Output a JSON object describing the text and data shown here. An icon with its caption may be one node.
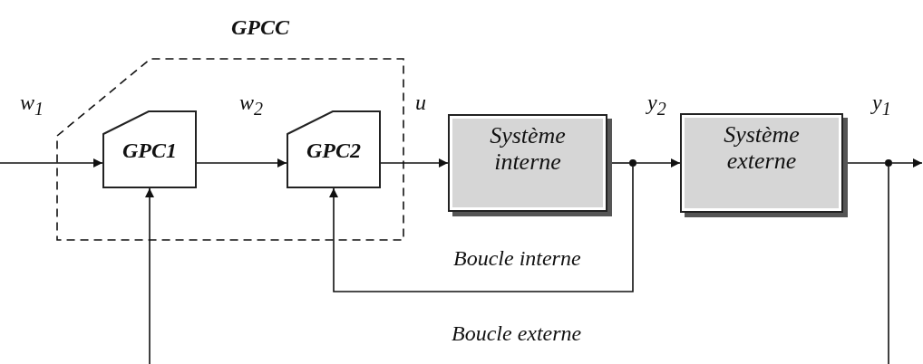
{
  "diagram": {
    "nodes": [
      {
        "text": [
          "GPCC"
        ]
      },
      {
        "text": [
          "GPC1"
        ],
        "in": 0
      },
      {
        "text": [
          "GPC2"
        ],
        "in": 0
      },
      {
        "text": [
          "Système interne"
        ]
      },
      {
        "text": [
          "Système externe"
        ]
      },
      {
        "text": [],
        "shape": "circle"
      },
      {
        "text": [],
        "shape": "circle"
      }
    ],
    "edges": [
      {
        "from": null,
        "to": 1,
        "arrow": "to",
        "label": "w$_{1}$"
      },
      {
        "from": 1,
        "to": 2,
        "arrow": "to",
        "label": "w$_{2}$"
      },
      {
        "from": 2,
        "to": 3,
        "arrow": "to",
        "label": "u"
      },
      {
        "from": 3,
        "to": 5,
        "arrow": "none",
        "label": "y$_{2}$"
      },
      {
        "from": 5,
        "to": 4,
        "arrow": "to"
      },
      {
        "from": 4,
        "to": 6,
        "arrow": "none",
        "label": "y$_{1}$"
      },
      {
        "from": 6,
        "to": null,
        "arrow": "to"
      },
      {
        "from": 5,
        "to": 2,
        "arrow": "to",
        "label": "Boucle interne"
      },
      {
        "from": null,
        "to": 1,
        "arrow": "to"
      },
      {
        "from": 6,
        "to": null,
        "arrow": "none"
      }
    ],
    "labels": [
      "Boucle externe"
    ]
  }
}
